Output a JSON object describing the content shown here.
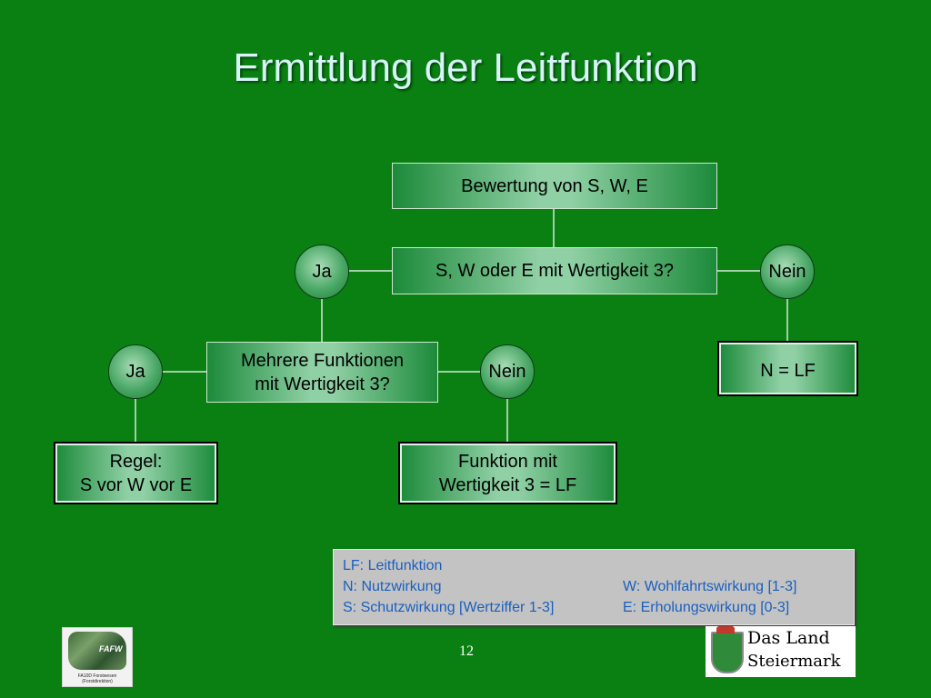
{
  "title": "Ermittlung der Leitfunktion",
  "diagram": {
    "nodes": {
      "bewertung": "Bewertung von S, W, E",
      "frage_wertigkeit": "S, W oder E mit Wertigkeit 3?",
      "ja_1": "Ja",
      "nein_1": "Nein",
      "ergebnis_n": "N = LF",
      "mehrere_l1": "Mehrere Funktionen",
      "mehrere_l2": "mit Wertigkeit 3?",
      "ja_2": "Ja",
      "nein_2": "Nein",
      "regel_l1": "Regel:",
      "regel_l2": "S vor W vor E",
      "funktion_l1": "Funktion mit",
      "funktion_l2": "Wertigkeit 3 = LF"
    }
  },
  "legend": {
    "lf": "LF: Leitfunktion",
    "n": "N: Nutzwirkung",
    "w": "W: Wohlfahrtswirkung [1-3]",
    "s": "S: Schutzwirkung [Wertziffer 1-3]",
    "e": "E: Erholungswirkung [0-3]"
  },
  "page_number": "12",
  "logos": {
    "fafw_mark": "FAFW",
    "fafw_caption": "FA10D Forstwesen (Forstdirektion)",
    "stmk_line1": "Das Land",
    "stmk_line2": "Steiermark"
  }
}
